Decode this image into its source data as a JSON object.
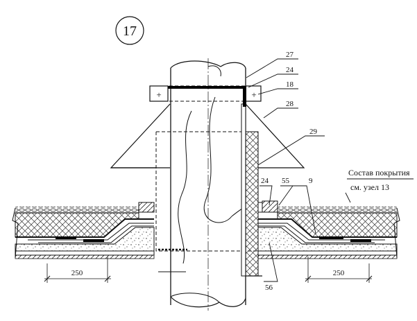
{
  "node_number": "17",
  "callouts": {
    "c27": "27",
    "c24_top": "24",
    "c18": "18",
    "c28": "28",
    "c29": "29",
    "c24_low": "24",
    "c55": "55",
    "c9": "9",
    "c56": "56"
  },
  "note": {
    "line1": "Состав покрытия",
    "line2": "см. узел 13"
  },
  "dimensions": {
    "left": "250",
    "right": "250"
  },
  "clamp_symbol": "+"
}
